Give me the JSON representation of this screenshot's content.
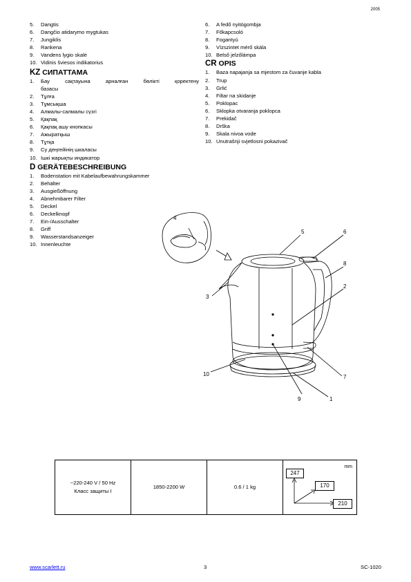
{
  "header": {
    "date": "2005"
  },
  "left_top": {
    "items": [
      {
        "n": "5.",
        "t": "Dangtis"
      },
      {
        "n": "6.",
        "t": "Dangčio atidarymo mygtukas"
      },
      {
        "n": "7.",
        "t": "Jungiklis"
      },
      {
        "n": "8.",
        "t": "Rankena"
      },
      {
        "n": "9.",
        "t": "Vandens lygio skalė"
      },
      {
        "n": "10.",
        "t": "Vidinis šviesos indikatorius"
      }
    ]
  },
  "right_top": {
    "items": [
      {
        "n": "6.",
        "t": "A fedő nyitógombja"
      },
      {
        "n": "7.",
        "t": "Főkapcsoló"
      },
      {
        "n": "8.",
        "t": "Fogantyú"
      },
      {
        "n": "9.",
        "t": "Vízszintet mérő skála"
      },
      {
        "n": "10.",
        "t": "Belső jelzőlámpa"
      }
    ]
  },
  "kz": {
    "code": "KZ",
    "title": "СИПАТТАМА",
    "item1_num": "1.",
    "item1_line1": "Бау сақтауына арналған бөлікті қоректену",
    "item1_line2": "базасы",
    "items": [
      {
        "n": "2.",
        "t": "Тұлға"
      },
      {
        "n": "3.",
        "t": "Тұмсықша"
      },
      {
        "n": "4.",
        "t": "Алмалы-салмалы сүзгі"
      },
      {
        "n": "5.",
        "t": "Қақпақ"
      },
      {
        "n": "6.",
        "t": "Қақпақ ашу кнопкасы"
      },
      {
        "n": "7.",
        "t": "Ажыратқыш"
      },
      {
        "n": "8.",
        "t": "Тұтқа"
      },
      {
        "n": "9.",
        "t": "Су деңгейінің шкаласы"
      },
      {
        "n": "10.",
        "t": "Ішкі жарықты индикатор"
      }
    ]
  },
  "cr": {
    "code": "CR",
    "title": "OPIS",
    "items": [
      {
        "n": "1.",
        "t": "Baza napajanja sa mjestom za čuvanje kabla"
      },
      {
        "n": "2.",
        "t": "Trup"
      },
      {
        "n": "3.",
        "t": "Grlić"
      },
      {
        "n": "4.",
        "t": "Filtar na skidanje"
      },
      {
        "n": "5.",
        "t": "Poklopac"
      },
      {
        "n": "6.",
        "t": "Sklopka otvaranja poklopca"
      },
      {
        "n": "7.",
        "t": "Prekidač"
      },
      {
        "n": "8.",
        "t": "Drška"
      },
      {
        "n": "9.",
        "t": "Skala nivoa vode"
      },
      {
        "n": "10.",
        "t": "Unutrašnji svjetlosni pokazivač"
      }
    ]
  },
  "d": {
    "code": "D",
    "title": "GERÄTEBESCHREIBUNG",
    "items": [
      {
        "n": "1.",
        "t": "Bodenstation mit Kabelaufbewahrungskammer"
      },
      {
        "n": "2.",
        "t": "Behälter"
      },
      {
        "n": "3.",
        "t": "Ausgießöffnung"
      },
      {
        "n": "4.",
        "t": "Abnehmbarer Filter"
      },
      {
        "n": "5.",
        "t": "Deckel"
      },
      {
        "n": "6.",
        "t": "Deckelknopf"
      },
      {
        "n": "7.",
        "t": "Ein-/Ausschalter"
      },
      {
        "n": "8.",
        "t": "Griff"
      },
      {
        "n": "9.",
        "t": "Wasserstandsanzeiger"
      },
      {
        "n": "10.",
        "t": "Innenleuchte"
      }
    ]
  },
  "figure": {
    "labels": [
      "4",
      "5",
      "6",
      "8",
      "2",
      "3",
      "10",
      "7",
      "9",
      "1"
    ]
  },
  "spec": {
    "voltage": "~220-240 V / 50 Hz",
    "protection": "Класс защиты I",
    "power": "1850-2200 W",
    "capacity": "0.6 / 1 kg",
    "unit": "mm",
    "height": "247",
    "depth": "170",
    "width": "210"
  },
  "footer": {
    "url": "www.scarlett.ru",
    "page": "3",
    "model": "SC-1020"
  }
}
